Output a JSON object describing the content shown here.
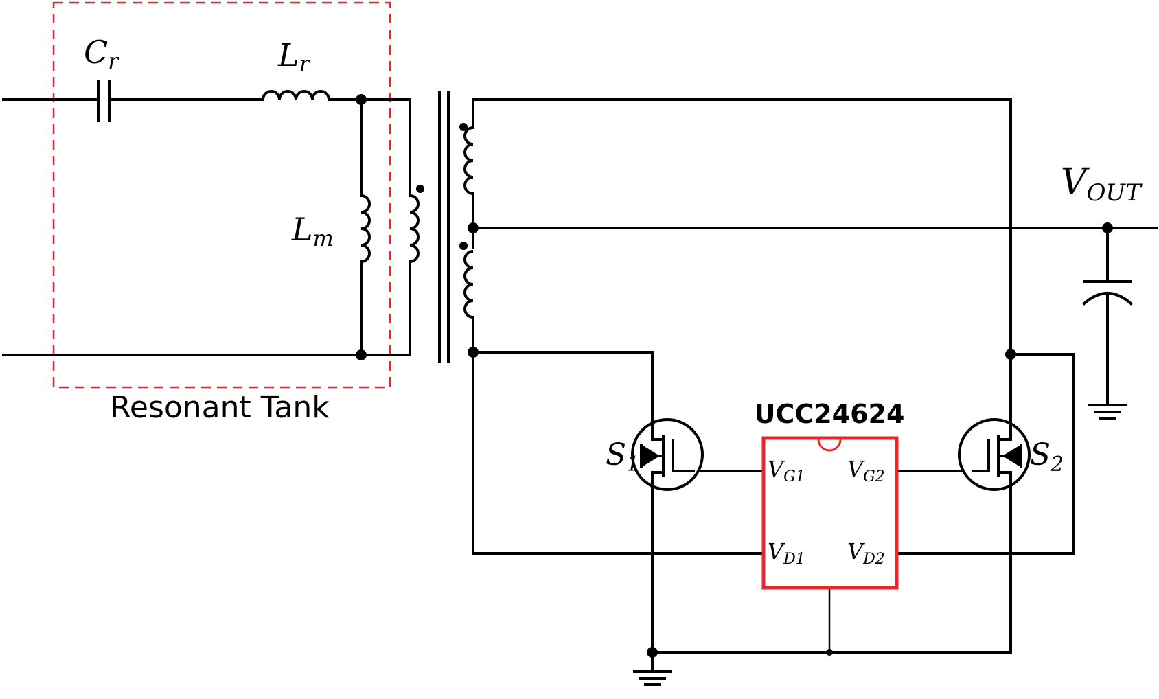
{
  "components": {
    "cr": {
      "label": "C",
      "sub": "r"
    },
    "lr": {
      "label": "L",
      "sub": "r"
    },
    "lm": {
      "label": "L",
      "sub": "m"
    },
    "vout": {
      "label": "V",
      "sub": "OUT"
    },
    "s1": {
      "label": "S",
      "sub": "1"
    },
    "s2": {
      "label": "S",
      "sub": "2"
    }
  },
  "tank_label": "Resonant Tank",
  "ic": {
    "title": "UCC24624",
    "pins": {
      "vg1": {
        "label": "V",
        "sub": "G1"
      },
      "vg2": {
        "label": "V",
        "sub": "G2"
      },
      "vd1": {
        "label": "V",
        "sub": "D1"
      },
      "vd2": {
        "label": "V",
        "sub": "D2"
      }
    }
  },
  "colors": {
    "wire": "#000000",
    "tank_border": "#e8262b",
    "ic_border": "#e8262b"
  }
}
